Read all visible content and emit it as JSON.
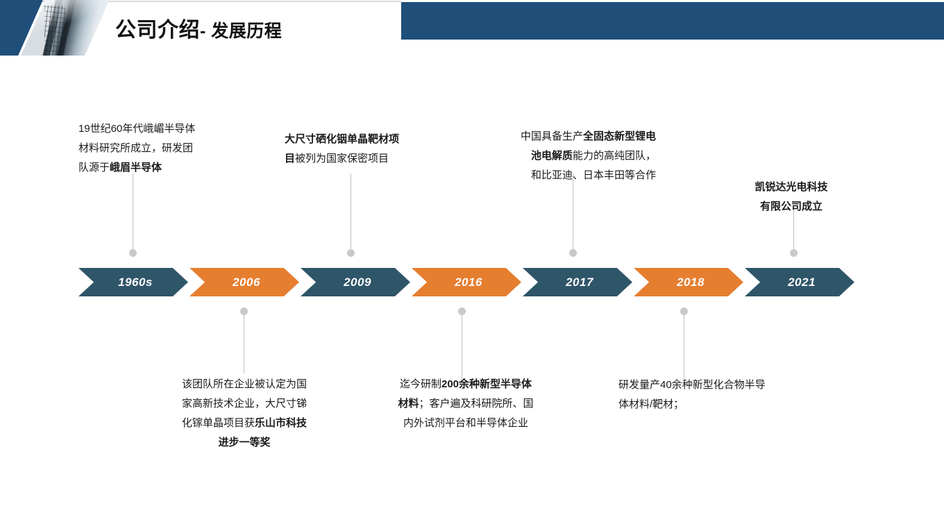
{
  "header": {
    "title_main": "公司介绍",
    "title_sep": "- ",
    "title_sub": "发展历程",
    "bar_color": "#1F4E79",
    "art_icon": "skyscraper-photo"
  },
  "palette": {
    "teal": "#2F5569",
    "orange": "#E67E30",
    "connector": "#c9c9c9",
    "text": "#1a1a1a"
  },
  "timeline": {
    "milestones": [
      {
        "year": "1960s",
        "color": "teal",
        "position": "above",
        "align": "left",
        "text_plain": "19世纪60年代峨嵋半导体材料研究所成立，研发团队源于峨眉半导体",
        "text_html": "19世纪60年代峨嵋半导体<br>材料研究所成立，研发团<br>队源于<b>峨眉半导体</b>"
      },
      {
        "year": "2006",
        "color": "orange",
        "position": "below",
        "align": "center",
        "text_plain": "该团队所在企业被认定为国家高新技术企业，大尺寸锑化镓单晶项目获乐山市科技进步一等奖",
        "text_html": "该团队所在企业被认定为国<br>家高新技术企业，大尺寸锑<br>化镓单晶项目获<b>乐山市科技<br>进步一等奖</b>"
      },
      {
        "year": "2009",
        "color": "teal",
        "position": "above",
        "align": "left",
        "text_plain": "大尺寸硒化铟单晶靶材项目被列为国家保密项目",
        "text_html": "<b>大尺寸硒化铟单晶靶材项<br>目</b>被列为国家保密项目"
      },
      {
        "year": "2016",
        "color": "orange",
        "position": "below",
        "align": "center",
        "text_plain": "迄今研制200余种新型半导体材料；客户遍及科研院所、国内外试剂平台和半导体企业",
        "text_html": "迄今研制<b>200余种新型半导体<br>材料</b>；客户遍及科研院所、国<br>内外试剂平台和半导体企业"
      },
      {
        "year": "2017",
        "color": "teal",
        "position": "above",
        "align": "right",
        "text_plain": "中国具备生产全固态新型锂电池电解质能力的高纯团队，和比亚迪、日本丰田等合作",
        "text_html": "中国具备生产<b>全固态新型锂电<br>池电解质</b>能力的高纯团队，<br>和比亚迪、日本丰田等合作"
      },
      {
        "year": "2018",
        "color": "orange",
        "position": "below",
        "align": "left",
        "text_plain": "研发量产40余种新型化合物半导体材料/靶材；",
        "text_html": "研发量产40余种新型化合物半导<br>体材料/靶材；"
      },
      {
        "year": "2021",
        "color": "teal",
        "position": "above",
        "align": "center",
        "text_plain": "凯锐达光电科技有限公司成立",
        "text_html": "<b>凯锐达光电科技<br>有限公司成立</b>"
      }
    ]
  }
}
